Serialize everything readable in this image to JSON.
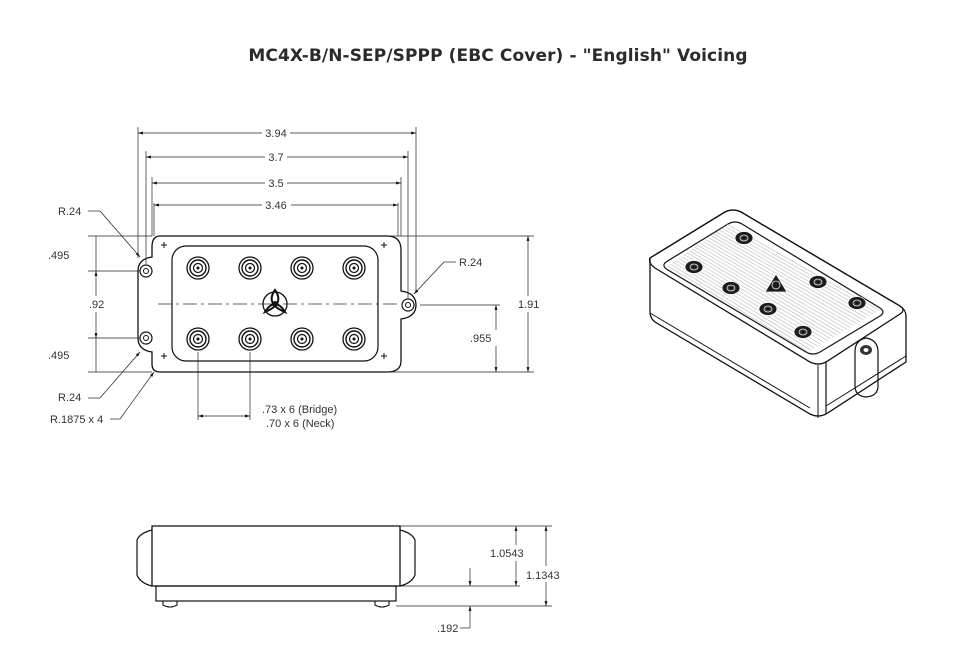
{
  "title": "MC4X-B/N-SEP/SPPP (EBC Cover) - \"English\" Voicing",
  "dimensions": {
    "w394": "3.94",
    "w37": "3.7",
    "w35": "3.5",
    "w346": "3.46",
    "r24_tl": "R.24",
    "r24_r": "R.24",
    "r24_bl": "R.24",
    "r1875": "R.1875 x 4",
    "d495_top": ".495",
    "d92": ".92",
    "d495_bot": ".495",
    "h191": "1.91",
    "d955": ".955",
    "spacing_bridge": ".73 x 6 (Bridge)",
    "spacing_neck": ".70 x 6 (Neck)",
    "h10543": "1.0543",
    "h11343": "1.1343",
    "d192": ".192"
  }
}
